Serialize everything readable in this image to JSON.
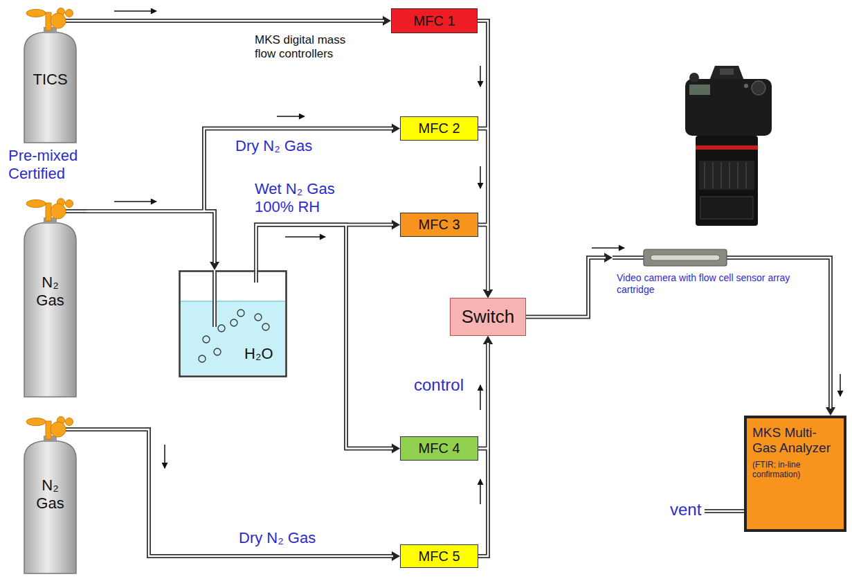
{
  "diagram": {
    "nodes": [
      {
        "text": [
          "TICS"
        ]
      },
      {
        "text": [
          "MFC 1"
        ]
      },
      {
        "text": [
          "MFC 2"
        ]
      },
      {
        "text": [
          "N₂ Gas"
        ]
      },
      {
        "text": [
          "H₂O"
        ]
      },
      {
        "text": [
          "MFC 3"
        ]
      },
      {
        "text": [
          "Switch"
        ]
      },
      {
        "text": [
          "Video camera with flow cell sensor array cartridge"
        ]
      },
      {
        "text": [
          "MFC 4"
        ]
      },
      {
        "text": [
          "N₂ Gas"
        ]
      },
      {
        "text": [
          "MFC 5"
        ]
      },
      {
        "text": [
          "MKS Multi-Gas Analyzer",
          "(FTIR; in-line confirmation)"
        ]
      }
    ],
    "edges": [
      {
        "from": 0,
        "to": 1,
        "arrow": "to"
      },
      {
        "from": 1,
        "to": 6,
        "arrow": "to"
      },
      {
        "from": 3,
        "to": 2,
        "arrow": "to"
      },
      {
        "from": 3,
        "to": 4,
        "arrow": "to"
      },
      {
        "from": 2,
        "to": 6,
        "arrow": "to"
      },
      {
        "from": 4,
        "to": 5,
        "arrow": "to"
      },
      {
        "from": 4,
        "to": 8,
        "arrow": "to"
      },
      {
        "from": 5,
        "to": 6,
        "arrow": "to"
      },
      {
        "from": 8,
        "to": 6,
        "arrow": "to"
      },
      {
        "from": 9,
        "to": 10,
        "arrow": "to"
      },
      {
        "from": 10,
        "to": 6,
        "arrow": "to"
      },
      {
        "from": 6,
        "to": 7,
        "arrow": "to"
      },
      {
        "from": 7,
        "to": 11,
        "arrow": "to"
      }
    ],
    "labels": [
      "MKS digital mass flow controllers",
      "Pre-mixed Certified",
      "Dry N₂ Gas",
      "Wet N₂ Gas 100% RH",
      "control",
      "Dry N₂ Gas",
      "vent"
    ]
  }
}
